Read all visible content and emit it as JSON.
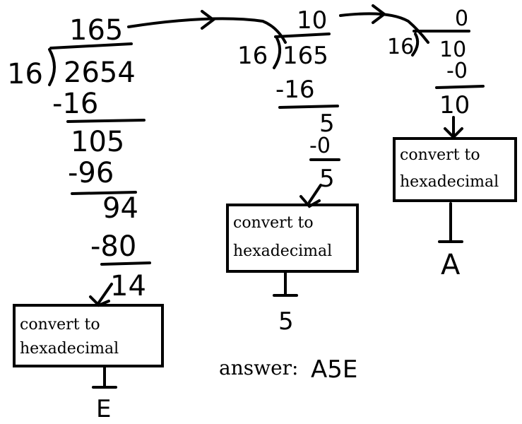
{
  "colors": {
    "ink": "#000000",
    "paper": "#ffffff"
  },
  "divisions": [
    {
      "divisor": "16",
      "dividend": "2654",
      "quotient": "165",
      "steps": [
        "-16",
        "105",
        "-96",
        "94",
        "-80",
        "14"
      ],
      "box": {
        "line1": "convert to",
        "line2": "hexadecimal"
      },
      "result": "E"
    },
    {
      "divisor": "16",
      "dividend": "165",
      "quotient": "10",
      "steps": [
        "-16",
        "5",
        "-0",
        "5"
      ],
      "box": {
        "line1": "convert to",
        "line2": "hexadecimal"
      },
      "result": "5"
    },
    {
      "divisor": "16",
      "dividend": "10",
      "quotient": "0",
      "steps": [
        "-0",
        "10"
      ],
      "box": {
        "line1": "convert to",
        "line2": "hexadecimal"
      },
      "result": "A"
    }
  ],
  "answer": {
    "label": "answer:",
    "value": "A5E"
  }
}
